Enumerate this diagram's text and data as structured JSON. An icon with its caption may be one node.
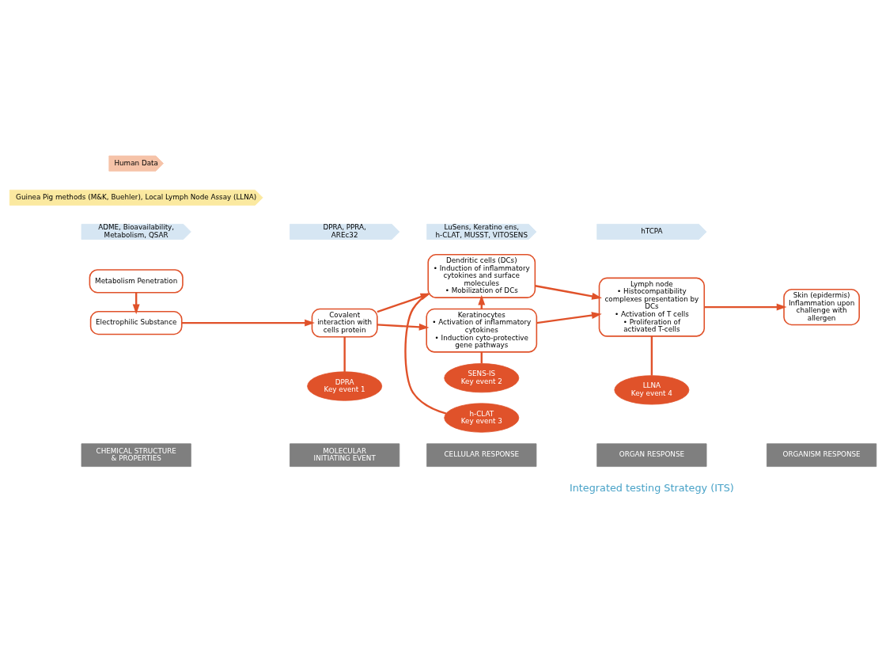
{
  "diagram": {
    "nodes": [
      {
        "text": [
          "CHEMICAL STRUCTURE & PROPERTIES"
        ]
      },
      {
        "text": [
          "MOLECULAR INITIATING EVENT"
        ]
      },
      {
        "text": [
          "CELLULAR RESPONSE"
        ]
      },
      {
        "text": [
          "ORGAN RESPONSE"
        ]
      },
      {
        "text": [
          "ORGANISM RESPONSE"
        ]
      },
      {
        "text": [
          "Metabolism Penetration"
        ]
      },
      {
        "text": [
          "Electrophilic Substance"
        ]
      },
      {
        "text": [
          "Covalent interaction with cells protein"
        ]
      },
      {
        "text": [
          "Dendritic cells (DCs)",
          "• Induction of inflammatory cytokines and surface molecules",
          "• Mobilization of DCs"
        ]
      },
      {
        "text": [
          "Keratinocytes",
          "• Activation of inflammatory cytokines",
          "• Induction cyto-protective gene pathways"
        ]
      },
      {
        "text": [
          "Lymph node",
          "• Histocompatibility complexes presentation by DCs",
          "• Activation of T cells",
          "• Proliferation of activated T-cells"
        ]
      },
      {
        "text": [
          "Skin (epidermis)",
          "Inflammation upon challenge with allergen"
        ]
      },
      {
        "text": [
          "DPRA",
          "Key event 1"
        ]
      },
      {
        "text": [
          "SENS-IS",
          "Key event 2"
        ]
      },
      {
        "text": [
          "h-CLAT",
          "Key event 3"
        ]
      },
      {
        "text": [
          "LLNA",
          "Key event 4"
        ]
      },
      {
        "text": [
          "ADME, Bioavailability, Metabolism, QSAR"
        ]
      },
      {
        "text": [
          "DPRA, PPRA, AREc32"
        ]
      },
      {
        "text": [
          "LuSens, Keratino ens, h-CLAT, MUSST, VITOSENS"
        ]
      },
      {
        "text": [
          "hTCPA"
        ]
      },
      {
        "text": [
          "Guinea Pig methods (M&K, Buehler), Local Lymph Node Assay (LLNA)"
        ]
      },
      {
        "text": [
          "Human Data"
        ]
      }
    ],
    "edges": [
      {
        "from": 5,
        "to": 6,
        "arrow": "to"
      },
      {
        "from": 6,
        "to": 7,
        "arrow": "to"
      },
      {
        "from": 7,
        "to": 8,
        "arrow": "to"
      },
      {
        "from": 7,
        "to": 9,
        "arrow": "to"
      },
      {
        "from": 9,
        "to": 8,
        "arrow": "to"
      },
      {
        "from": 8,
        "to": 10,
        "arrow": "to"
      },
      {
        "from": 9,
        "to": 10,
        "arrow": "to"
      },
      {
        "from": 10,
        "to": 11,
        "arrow": "to"
      },
      {
        "from": 12,
        "to": 7,
        "arrow": "none"
      },
      {
        "from": 13,
        "to": 9,
        "arrow": "none"
      },
      {
        "from": 14,
        "to": 8,
        "arrow": "none"
      },
      {
        "from": 15,
        "to": 10,
        "arrow": "none"
      }
    ],
    "labels": [
      "Integrated testing Strategy (ITS)"
    ]
  }
}
